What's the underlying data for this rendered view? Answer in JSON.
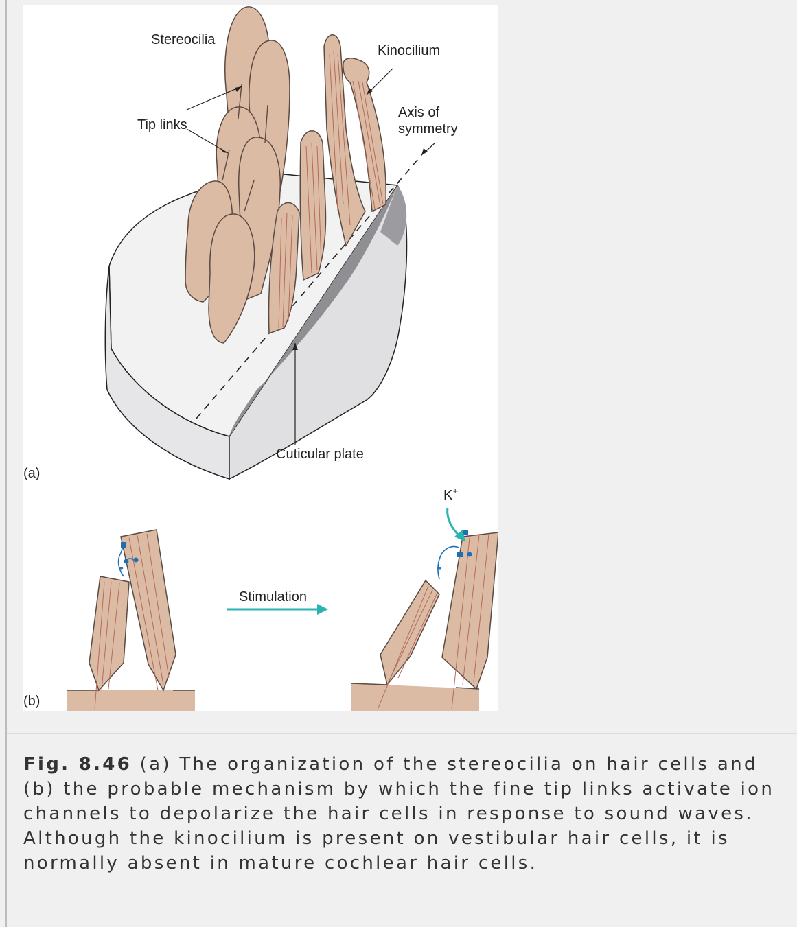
{
  "figure": {
    "panel_a": {
      "panel_label": "(a)",
      "labels": {
        "stereocilia": "Stereocilia",
        "kinocilium": "Kinocilium",
        "tip_links": "Tip links",
        "axis_line1": "Axis of",
        "axis_line2": "symmetry",
        "cuticular_plate": "Cuticular plate"
      }
    },
    "panel_b": {
      "panel_label": "(b)",
      "ion": "K",
      "ion_charge": "+",
      "arrow_label": "Stimulation"
    },
    "colors": {
      "cilia_fill": "#dcbba5",
      "cilia_stroke": "#5a4a42",
      "cilia_lines": "#b56a5a",
      "plate_fill": "#e4e4e6",
      "plate_shadow": "#8f8f93",
      "tip_link_blue": "#1f6fb5",
      "arrow_teal": "#2ab3b0"
    }
  },
  "caption": {
    "fig_label": "Fig. 8.46",
    "text": "(a) The organization of the stereocilia on hair cells and (b) the probable mechanism by which the fine tip links activate ion channels to depolarize the hair cells in response to sound waves. Although the kinocilium is present on vestibular hair cells, it is normally absent in mature cochlear hair cells."
  }
}
